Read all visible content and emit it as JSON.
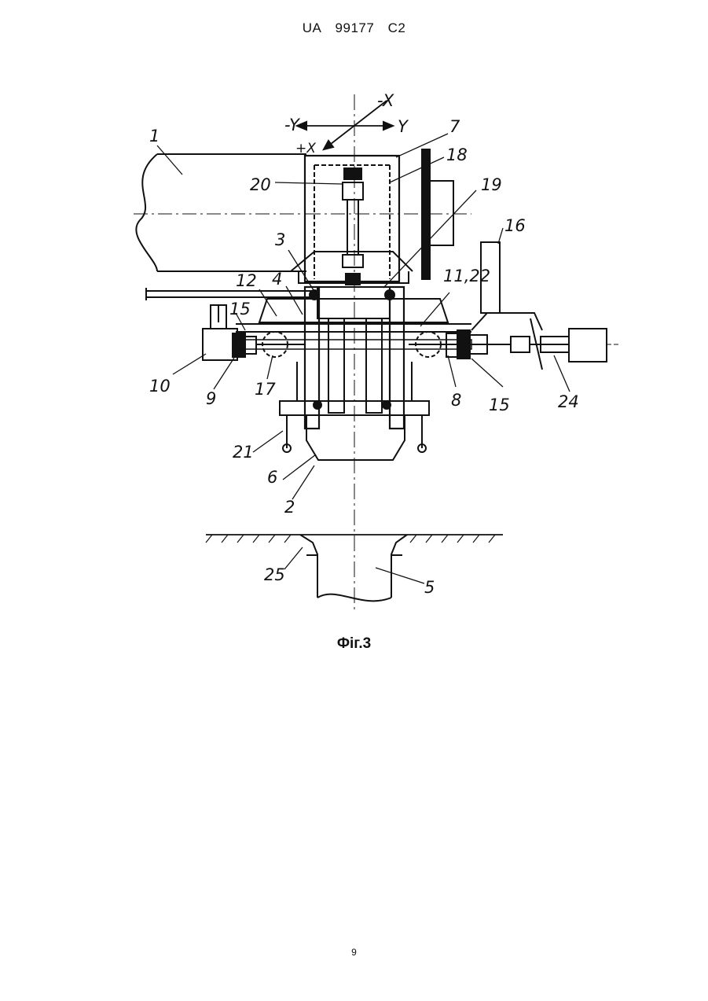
{
  "header": {
    "country_code": "UA",
    "patent_number": "99177",
    "kind_code": "C2"
  },
  "figure": {
    "caption": "Фіг.3",
    "axis_labels": {
      "minus_x": "-X",
      "plus_x": "+X",
      "minus_y": "-Y",
      "plus_y": "Y"
    },
    "reference_numerals": {
      "n1": "1",
      "n2": "2",
      "n3": "3",
      "n4": "4",
      "n5": "5",
      "n6": "6",
      "n7": "7",
      "n8": "8",
      "n9": "9",
      "n10": "10",
      "n11_22": "11,22",
      "n12": "12",
      "n15_left": "15",
      "n15_right": "15",
      "n16": "16",
      "n17": "17",
      "n18": "18",
      "n19": "19",
      "n20": "20",
      "n21": "21",
      "n24": "24",
      "n25": "25"
    }
  },
  "footer": {
    "page_number": "9"
  }
}
